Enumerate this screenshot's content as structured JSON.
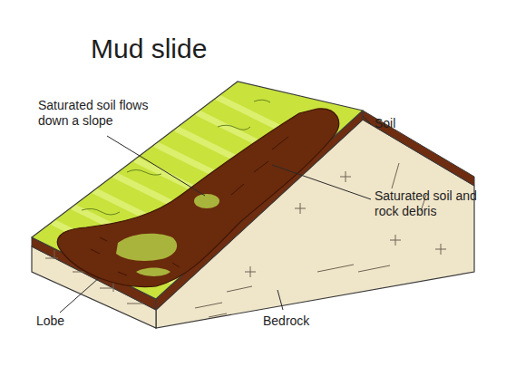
{
  "diagram": {
    "title": "Mud slide",
    "labels": [
      "Saturated soil flows down a slope",
      "Soil",
      "Saturated soil and rock debris",
      "Lobe",
      "Bedrock"
    ]
  }
}
